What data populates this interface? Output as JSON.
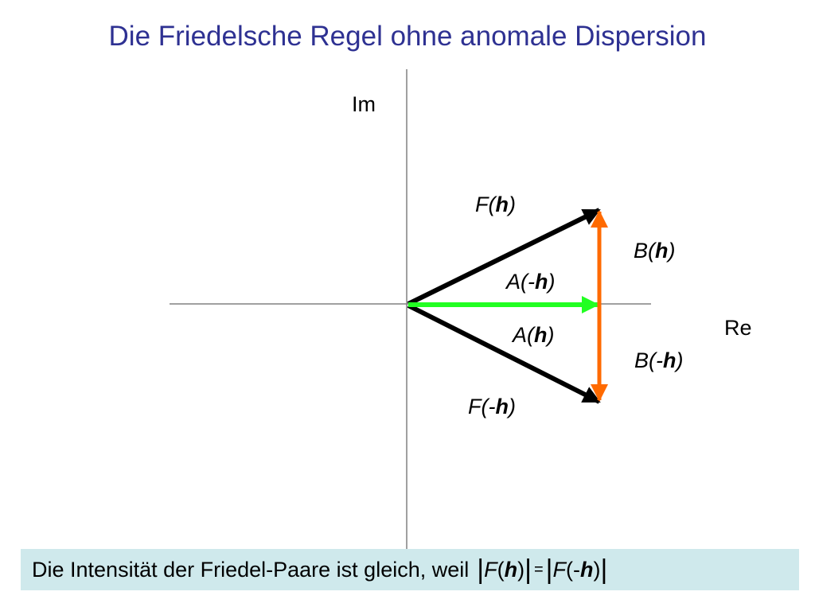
{
  "title": "Die Friedelsche Regel ohne anomale Dispersion",
  "axes": {
    "imaginary": "Im",
    "real": "Re"
  },
  "vectors": {
    "f_h": {
      "name": "F",
      "open": "(",
      "arg": "h",
      "close": ")",
      "color": "#000000"
    },
    "f_minus_h": {
      "name": "F",
      "open": "(-",
      "arg": "h",
      "close": ")",
      "color": "#000000"
    },
    "a_minus_h": {
      "name": "A",
      "open": "(-",
      "arg": "h",
      "close": ")",
      "color": "#22ff22"
    },
    "a_h": {
      "name": "A",
      "open": "(",
      "arg": "h",
      "close": ")"
    },
    "b_h": {
      "name": "B",
      "open": "(",
      "arg": "h",
      "close": ")",
      "color": "#ff6a00"
    },
    "b_minus_h": {
      "name": "B",
      "open": "(-",
      "arg": "h",
      "close": ")"
    }
  },
  "footer": {
    "text": "Die Intensität der Friedel-Paare ist gleich, weil",
    "bar": "|",
    "equals": "=",
    "lhs": {
      "name": "F",
      "open": "(",
      "arg": "h",
      "close": ")"
    },
    "rhs": {
      "name": "F",
      "open": "(-",
      "arg": "h",
      "close": ")"
    },
    "background": "#cfe9ec"
  },
  "colors": {
    "title": "#2e3192",
    "axis": "#808080"
  }
}
